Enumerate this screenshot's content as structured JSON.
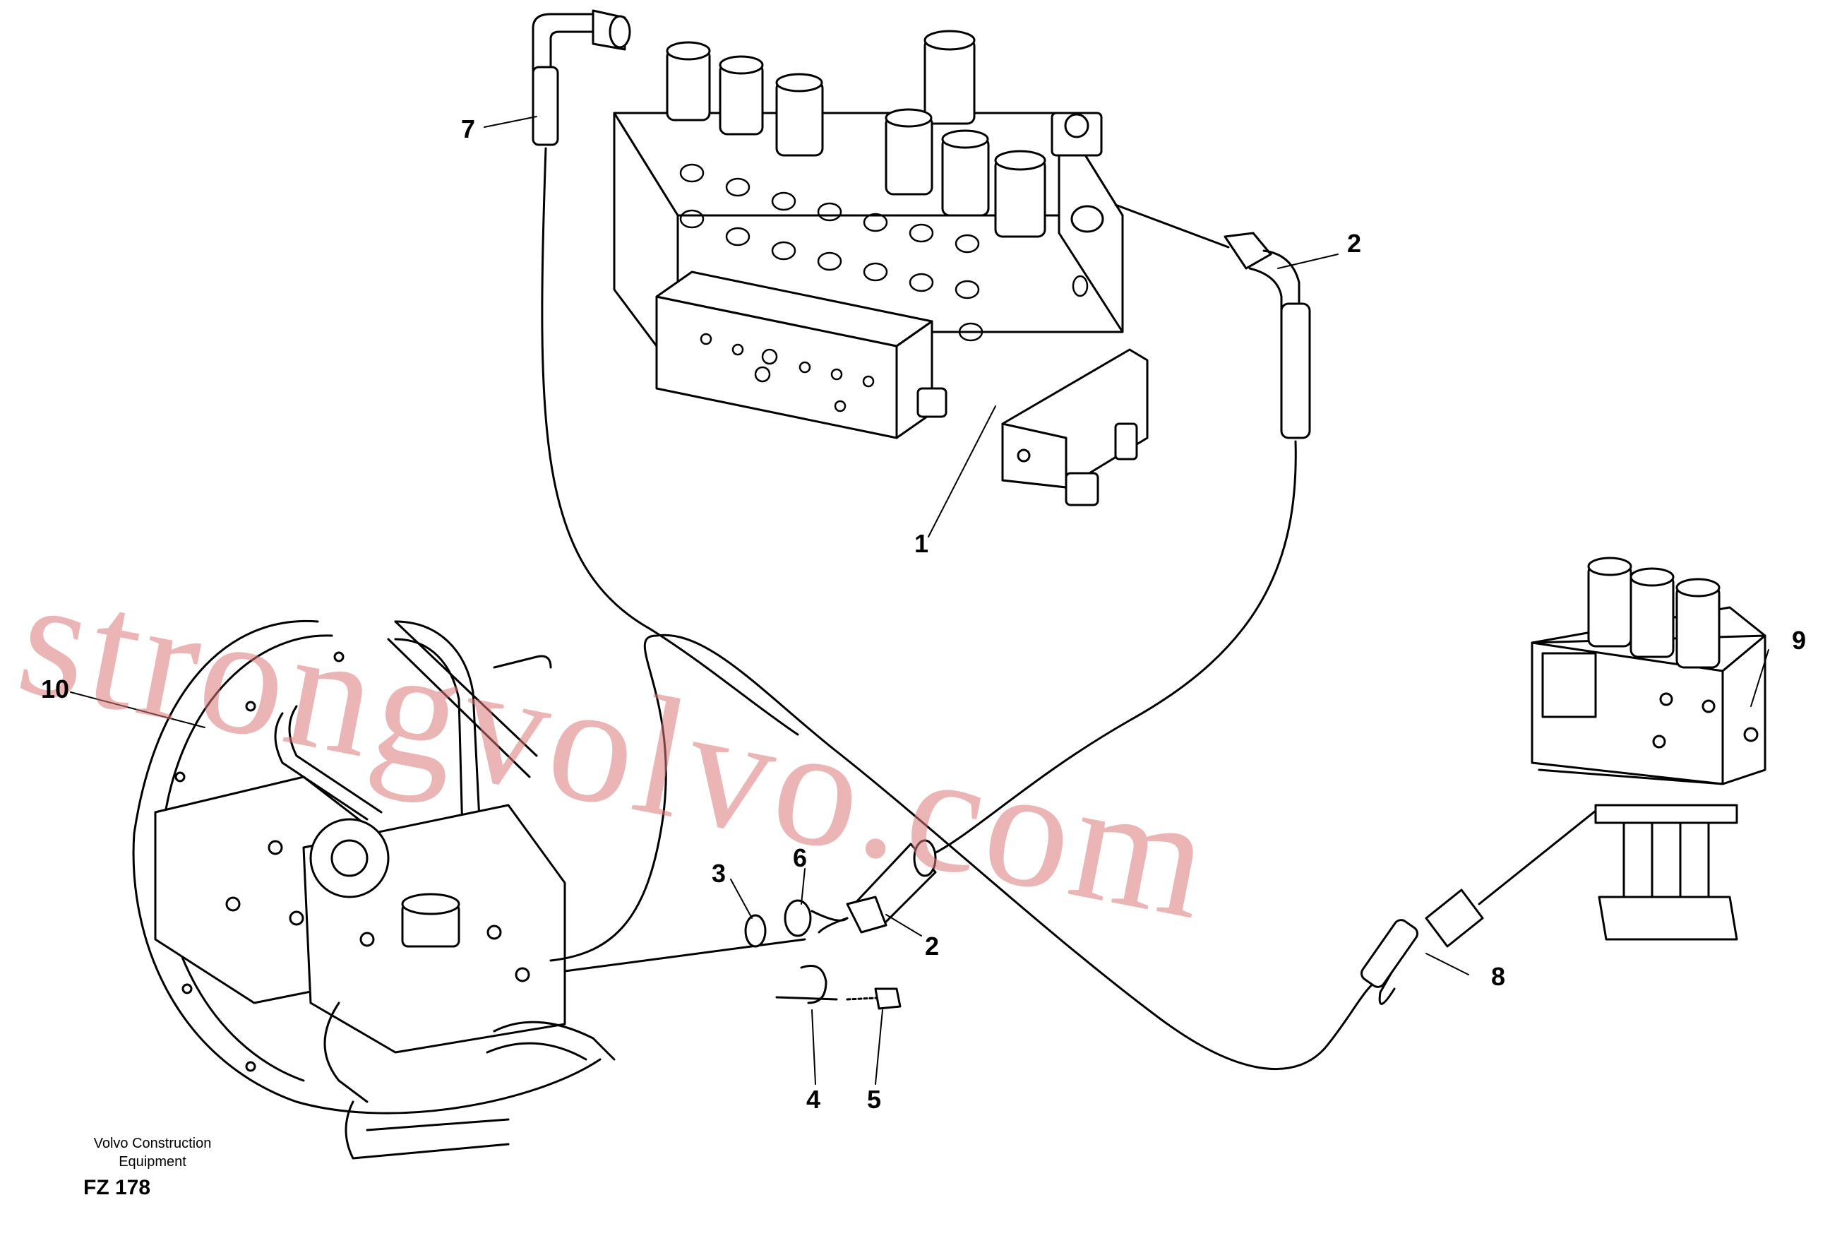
{
  "diagram": {
    "callouts": {
      "c1": "1",
      "c2a": "2",
      "c2b": "2",
      "c3": "3",
      "c4": "4",
      "c5": "5",
      "c6": "6",
      "c7": "7",
      "c8": "8",
      "c9": "9",
      "c10": "10"
    },
    "caption": {
      "line1": "Volvo Construction",
      "line2": "Equipment",
      "code": "FZ 178"
    },
    "watermark": "strongvolvo.com"
  },
  "colors": {
    "line": "#000000",
    "watermark": "#dc7878"
  }
}
